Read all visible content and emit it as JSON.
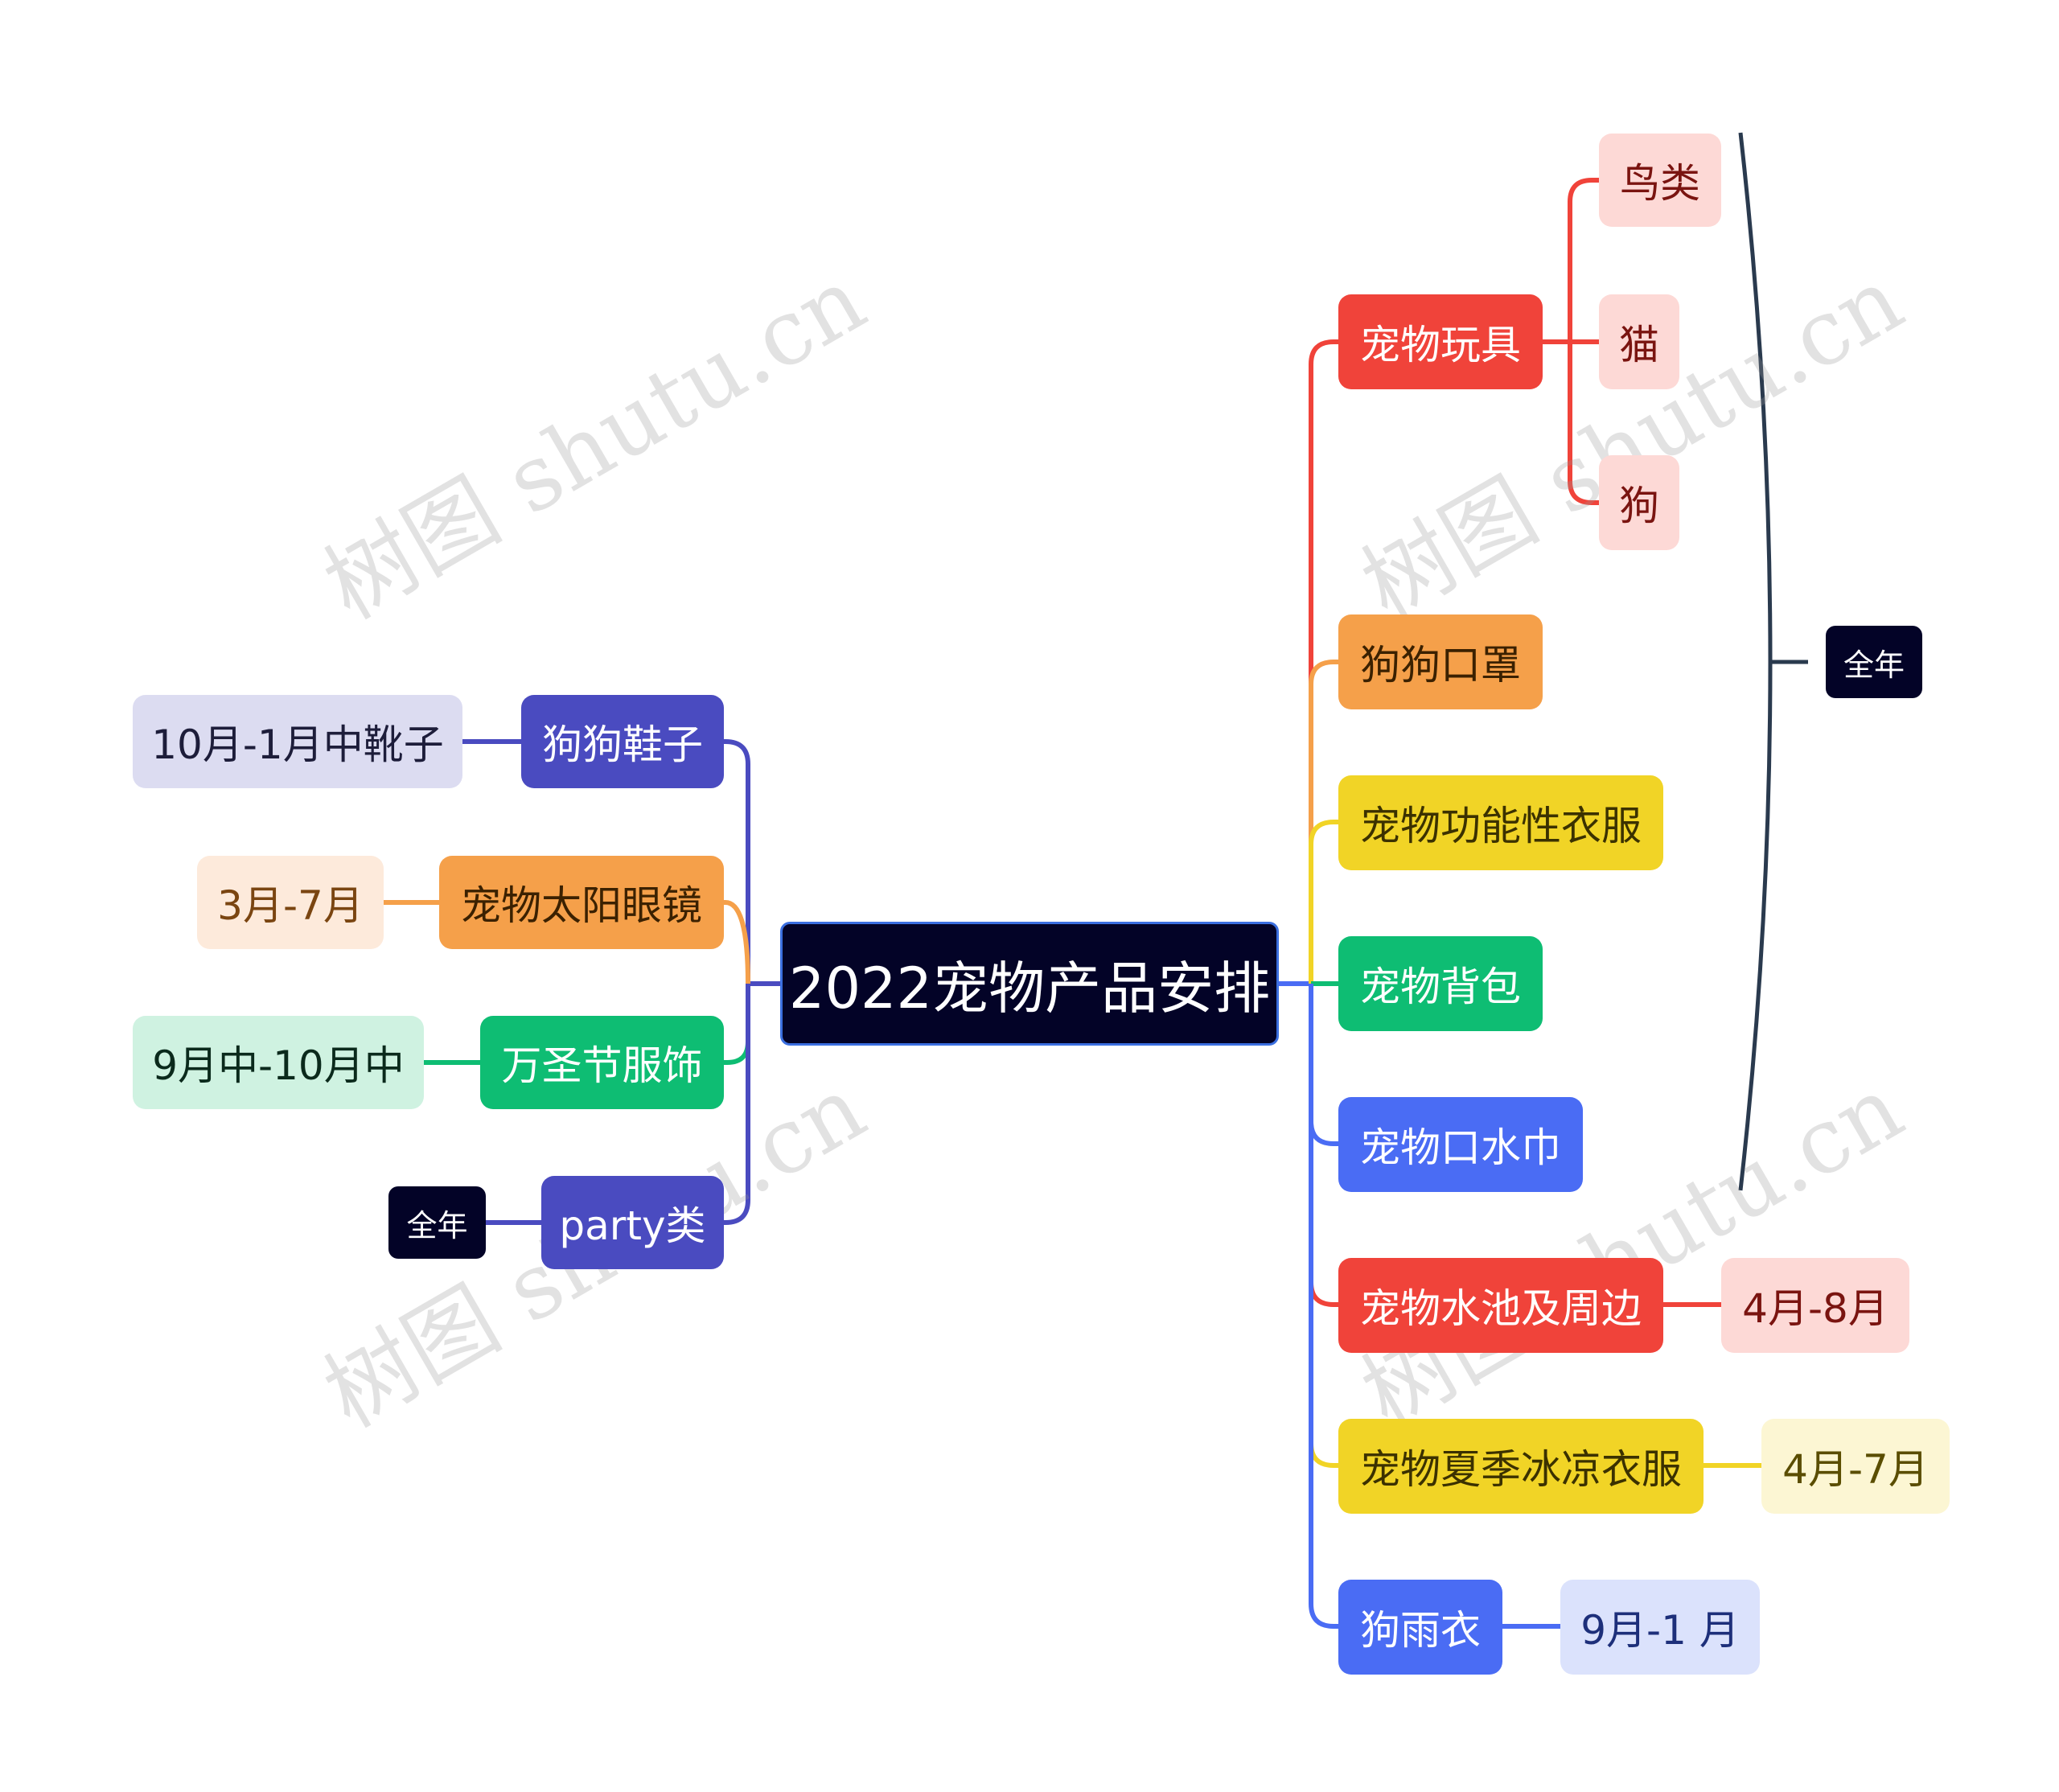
{
  "root": "2022宠物产品安排",
  "watermark": "树图 shutu.cn",
  "left": {
    "dog_shoes": {
      "label": "狗狗鞋子",
      "note": "10月-1月中靴子"
    },
    "sunglasses": {
      "label": "宠物太阳眼镜",
      "note": "3月-7月"
    },
    "halloween": {
      "label": "万圣节服饰",
      "note": "9月中-10月中"
    },
    "party": {
      "label": "party类",
      "note": "全年"
    }
  },
  "right": {
    "toys": {
      "label": "宠物玩具",
      "children": [
        "鸟类",
        "猫",
        "狗"
      ]
    },
    "mask": {
      "label": "狗狗口罩"
    },
    "functional": {
      "label": "宠物功能性衣服"
    },
    "backpack": {
      "label": "宠物背包"
    },
    "bib": {
      "label": "宠物口水巾"
    },
    "pool": {
      "label": "宠物水池及周边",
      "note": "4月-8月"
    },
    "summer": {
      "label": "宠物夏季冰凉衣服",
      "note": "4月-7月"
    },
    "raincoat": {
      "label": "狗雨衣",
      "note": "9月-1 月"
    },
    "bracket_label": "全年"
  },
  "colors": {
    "red": "#f0433a",
    "orange": "#f5a04a",
    "yellow": "#f1d426",
    "green": "#0ebd73",
    "blue": "#4a6cf4",
    "purple": "#4a4bc0",
    "dark": "#030327"
  }
}
